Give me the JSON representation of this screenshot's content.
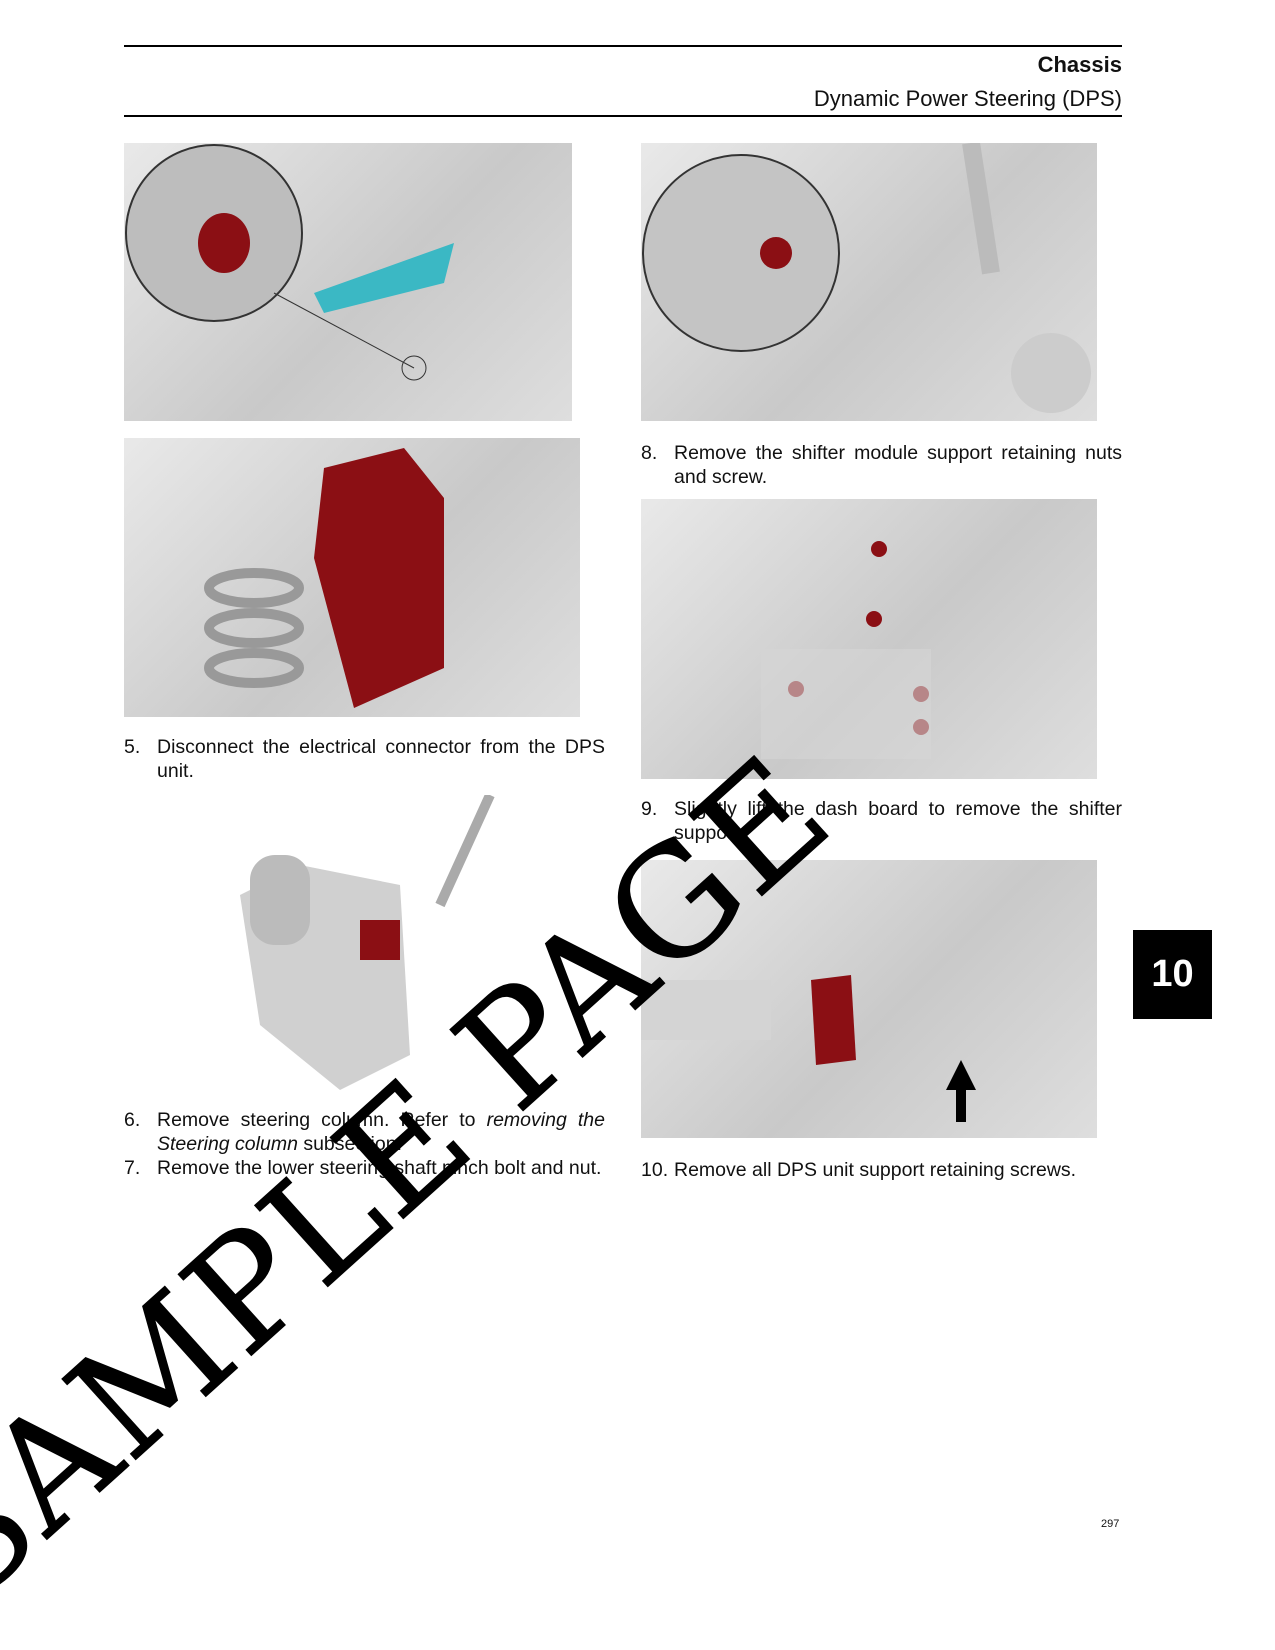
{
  "header": {
    "section": "Chassis",
    "subsection": "Dynamic Power Steering (DPS)"
  },
  "steps": [
    {
      "num": "5.",
      "text": "Disconnect the electrical connector from the DPS unit."
    },
    {
      "num": "6.",
      "text": "Remove steering column. Refer to ",
      "italic": "removing the Steering column",
      "tail": " subsection."
    },
    {
      "num": "7.",
      "text": "Remove the lower steering shaft pinch bolt and nut."
    },
    {
      "num": "8.",
      "text": "Remove the shifter module support retaining nuts and screw."
    },
    {
      "num": "9.",
      "text": "Slightly lift the dash board to remove the shifter support."
    },
    {
      "num": "10.",
      "text": "Remove all DPS unit support retaining screws."
    }
  ],
  "chapter_tab": "10",
  "page_number": "297",
  "watermark": "SAMPLE PAGE",
  "colors": {
    "highlight": "#8b0f14",
    "accent": "#3bb8c4"
  }
}
